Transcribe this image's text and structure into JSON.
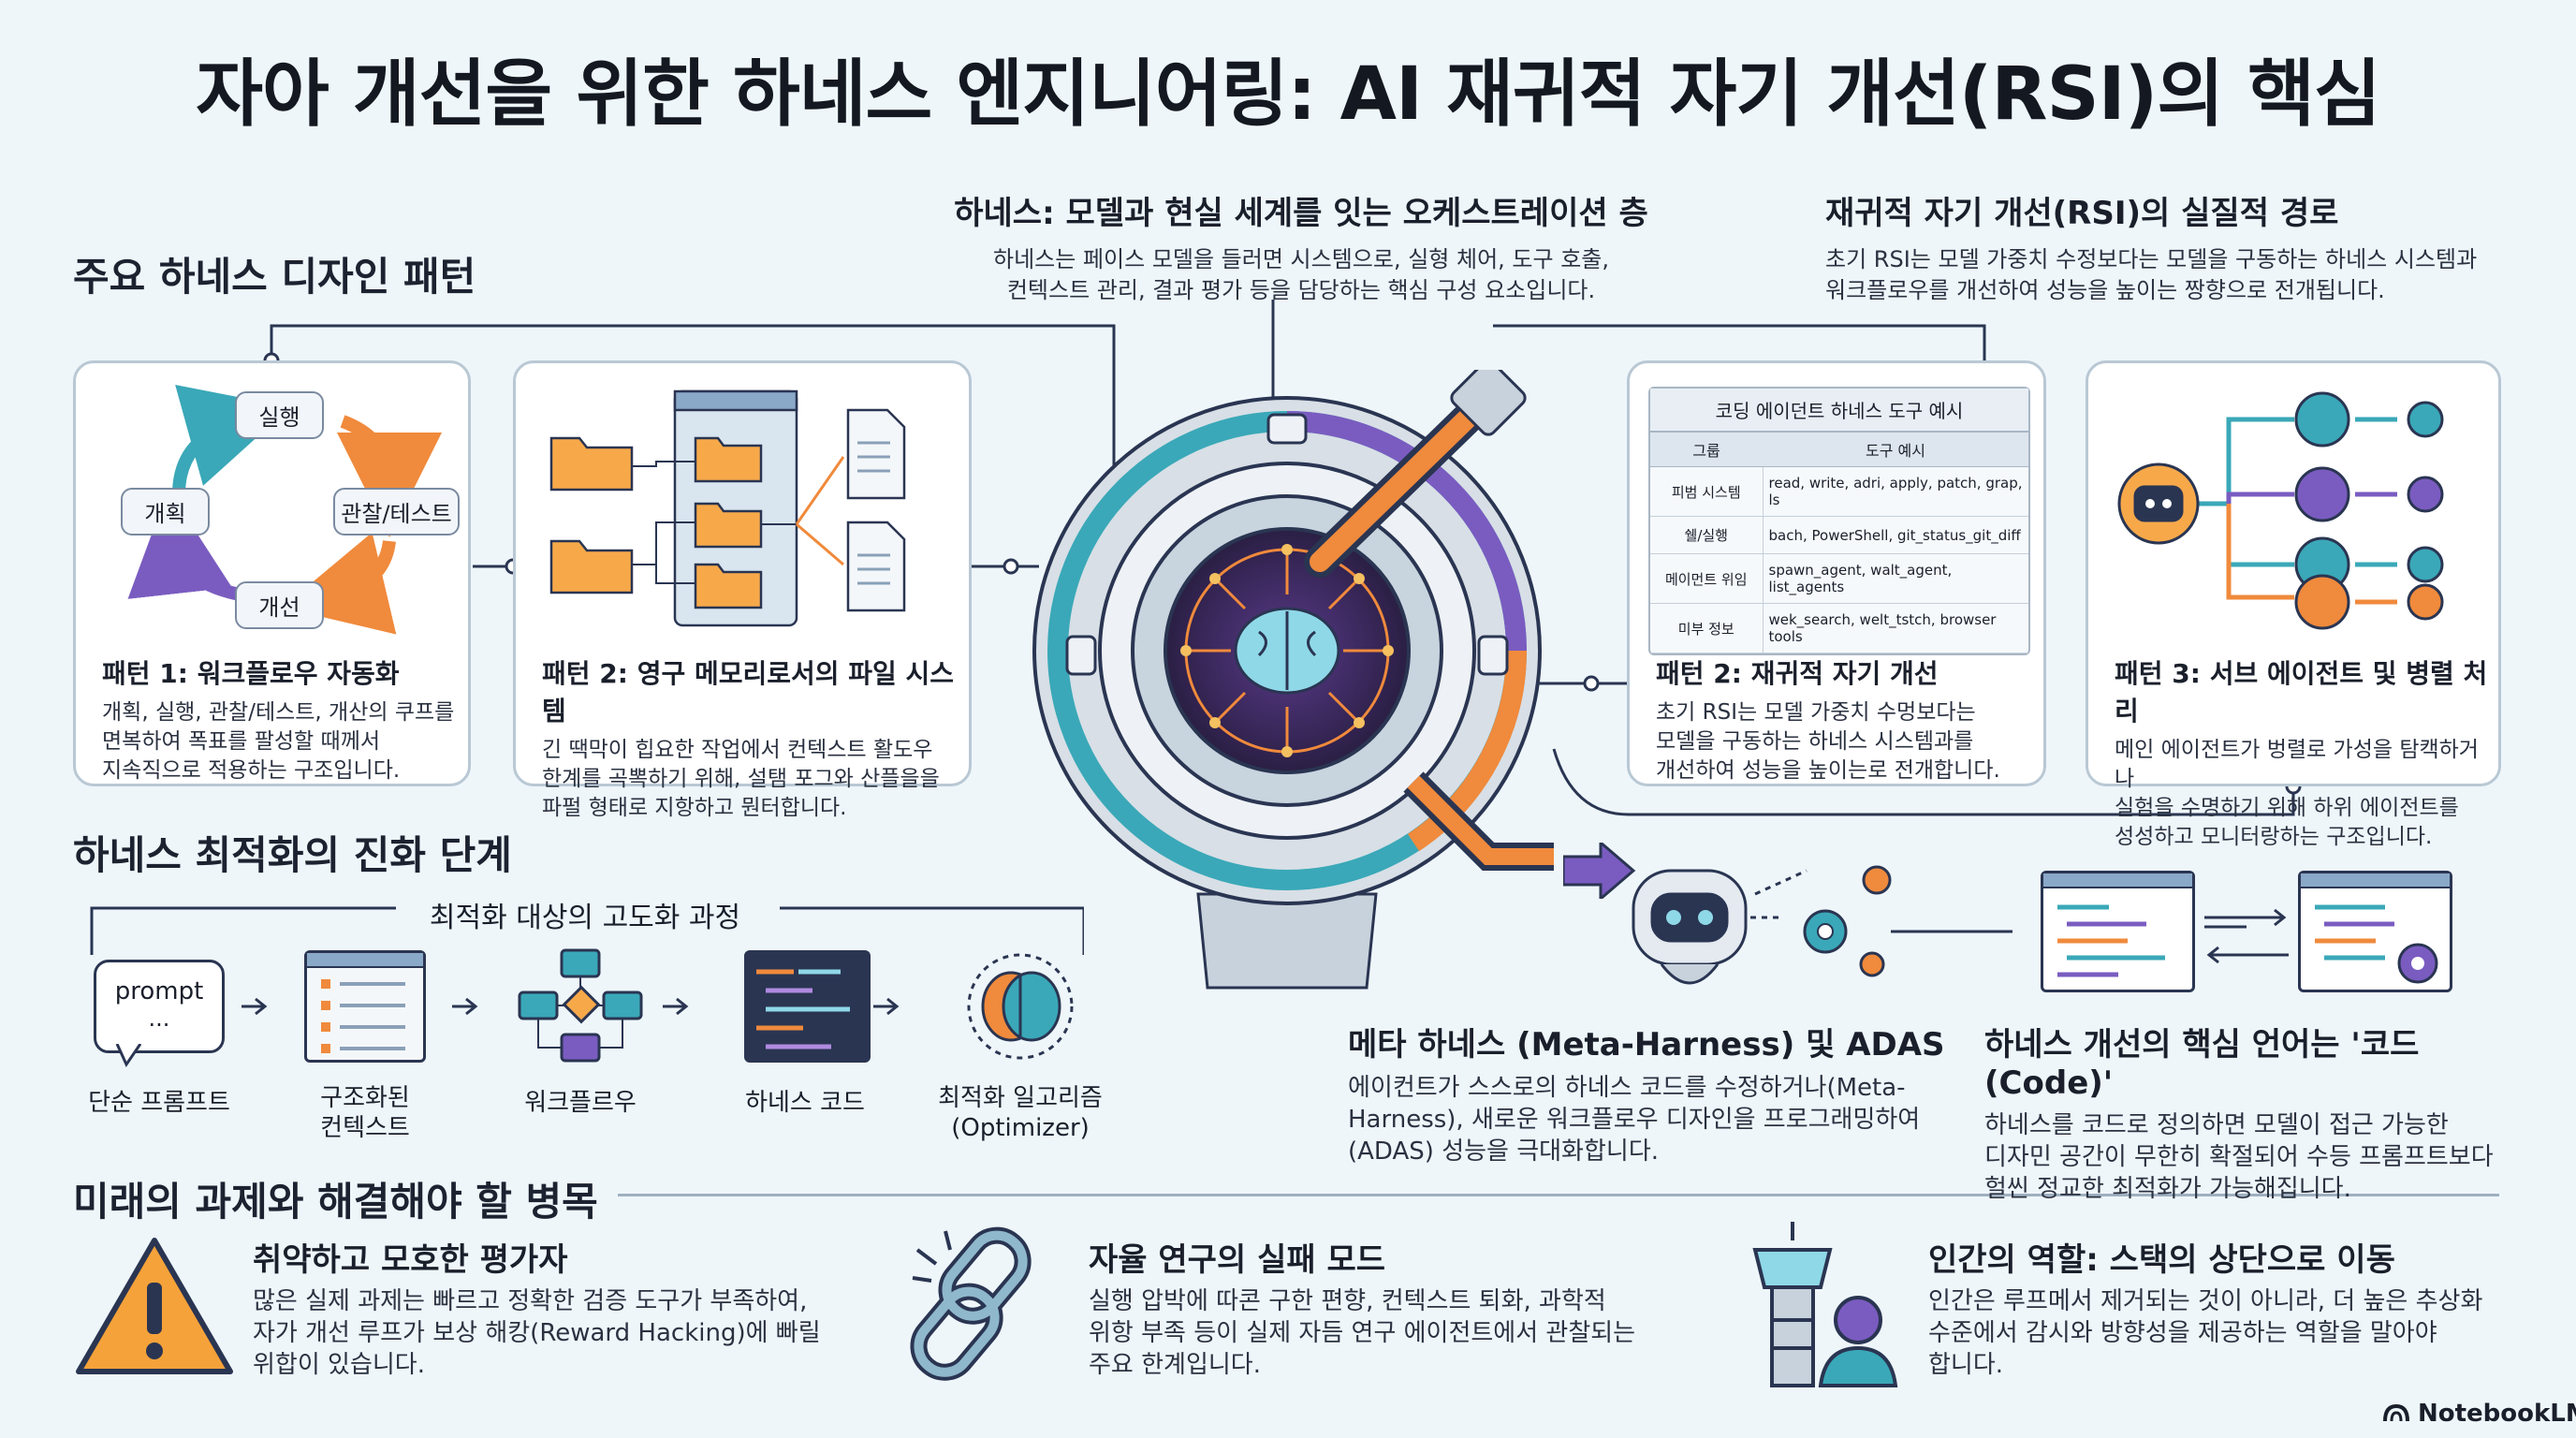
{
  "title": "자아 개선을 위한 하네스 엔지니어링: AI 재귀적 자기 개선(RSI)의 핵심",
  "sections": {
    "patterns": "주요 하네스 디자인 패턴",
    "evolution": "하네스 최적화의 진화 단계",
    "future": "미래의 과제와 해결해야 할 병목"
  },
  "harness": {
    "title": "하네스: 모델과 현실 세계를 잇는 오케스트레이션 층",
    "desc1": "하네스는 페이스 모델을 들러면 시스템으로, 실형 체어, 도구 호출,",
    "desc2": "컨텍스트 관리, 결과 평가 등을 담당하는 핵심 구성 요소입니다."
  },
  "rsi_path": {
    "title": "재귀적 자기 개선(RSI)의 실질적 경로",
    "desc1": "초기 RSI는 모델 가중치 수정보다는 모델을 구동하는 하네스 시스템과",
    "desc2": "워크플로우를 개선하여 성능을 높이는 짱향으로 전개됩니다."
  },
  "cycle": {
    "nodes": [
      "실행",
      "관찰/테스트",
      "개선",
      "개획"
    ]
  },
  "card1": {
    "title": "패턴 1: 워크플로우 자동화",
    "lines": [
      "개획, 실행, 관찰/테스트, 개산의 쿠프를",
      "면복하여 폭표를 팔성할 때께서",
      "지속직으로 적용하는 구조입니다."
    ]
  },
  "card2": {
    "title": "패턴 2: 영구 메모리로서의 파일 시스템",
    "lines": [
      "긴 땍막이 힙요한 작업에서 컨텍스트 활도우",
      "한계를 곡뽁하기 위해, 설탬 포그와 산플을을",
      "파펄 형태로 지항하고 뭔터합니다."
    ]
  },
  "tools_table": {
    "title": "코딩 에이던트 하네스 도구 예시",
    "headers": [
      "그룹",
      "도구 예시"
    ],
    "rows": [
      [
        "피범 시스템",
        "read, write, adri, apply, patch, grap, ls"
      ],
      [
        "쉘/실행",
        "bach, PowerShell, git_status_git_diff"
      ],
      [
        "메이먼트 위임",
        "spawn_agent, walt_agent, list_agents"
      ],
      [
        "미부 정보",
        "wek_search, welt_tstch, browser tools"
      ]
    ]
  },
  "card3": {
    "title": "패턴 2: 재귀적 자기 개선",
    "lines": [
      "초기 RSI는 모델 가중치 수멍보다는",
      "모델을 구동하는 하네스 시스템과를",
      "개선하여 성능을 높이는로 전개합니다."
    ]
  },
  "card4": {
    "title": "패턴 3: 서브 에이전트 및 병렬 처리",
    "lines": [
      "메인 에이전트가 벙렬로 가성을 탐캑하거나",
      "실험을 수명하기 위해 하위 에이전트를",
      "성성하고 모니터랑하는 구조입니다."
    ]
  },
  "evolution": {
    "group_label": "최적화 대상의 고도화 과정",
    "bubble": "prompt",
    "bubble_dots": "...",
    "steps": [
      "단순 프롬프트",
      "구조화된\n컨텍스트",
      "워크플르우",
      "하네스 코드",
      "최적화 일고리즘\n(Optimizer)"
    ]
  },
  "meta": {
    "title": "메타 하네스 (Meta-Harness) 및 ADAS",
    "lines": [
      "에이컨트가 스스로의 하네스 코드를 수정하거나(Meta-",
      "Harness), 새로운 워크플로우 디자인을 프로그래밍하여",
      "(ADAS) 성능을 극대화합니다."
    ]
  },
  "code": {
    "title": "하네스 개선의 핵심 언어는 '코드(Code)'",
    "lines": [
      "하네스를 코드로 정의하면 모델이 접근 가능한",
      "디자민 공간이 무한히 확절되어 수등 프롬프트보다",
      "헐씬 정교한 최적화가 가능해집니다."
    ]
  },
  "future": [
    {
      "title": "취약하고 모호한 평가자",
      "lines": [
        "많은 실제 과제는 빠르고 정확한 검증 도구가 부족하여,",
        "자가 개선 루프가 보상 해캉(Reward Hacking)에 빠릴",
        "위합이 있습니다."
      ]
    },
    {
      "title": "자율 연구의 실패 모드",
      "lines": [
        "실행 압박에 따콘 구한 편향, 컨텍스트 퇴화, 과학적",
        "위항 부족 등이 실제 자듬 연구 에이전트에서 관찰되는",
        "주요 한계입니다."
      ]
    },
    {
      "title": "인간의 역할: 스택의 상단으로 이동",
      "lines": [
        "인간은 루프메서 제거되는 것이 아니라, 더 높은 추상화",
        "수준에서 감시와 방향성을 제공하는 역할을 말아야",
        "합니다."
      ]
    }
  ],
  "logo": "NotebookLM",
  "colors": {
    "teal": "#3aa8b8",
    "orange": "#f08a3c",
    "purple": "#7a5cc0",
    "navy": "#2a3552",
    "warning": "#f5a23a"
  }
}
